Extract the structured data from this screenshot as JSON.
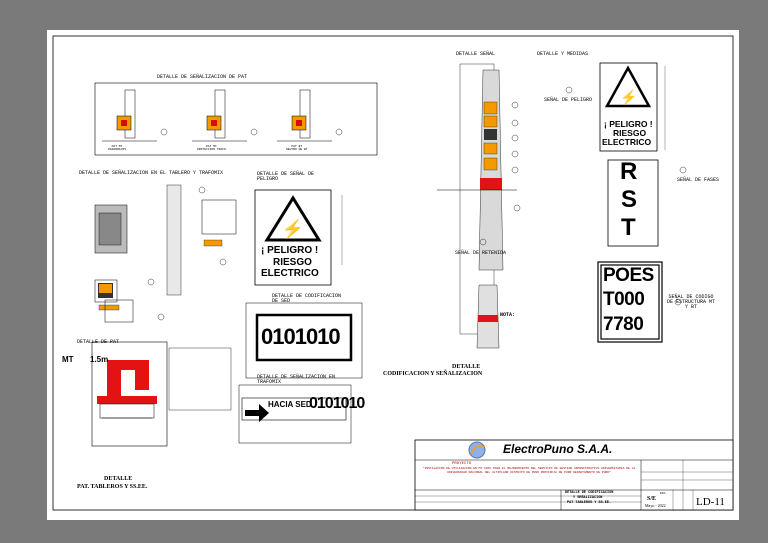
{
  "panels": {
    "pat_title": "DETALLE DE SEÑALIZACION DE PAT",
    "pat_items": [
      {
        "label": "PAT MT\nPARARRAYOS",
        "num": "3"
      },
      {
        "label": "PAT MT\nPROTECCION TRAFO",
        "num": "4"
      },
      {
        "label": "PAT BT\nNEUTRO DE BT",
        "num": "5"
      }
    ],
    "tablero_title": "DETALLE DE SEÑALIZACION EN EL TABLERO Y TRAFOMIX",
    "peligro_title": "DETALLE DE SEÑAL DE PELIGRO",
    "peligro_text": [
      "¡ PELIGRO !",
      "RIESGO",
      "ELECTRICO"
    ],
    "codificacion_title": "DETALLE DE CODIFICACION DE SED",
    "codificacion_code": "0101010",
    "trafomix_title": "DETALLE DE SEÑALIZACION EN TRAFOMIX",
    "trafomix_text": "HACIA SED",
    "trafomix_code": "0101010",
    "tablero_detail_title": "DETALLE DE PAT",
    "tablero_mt": "MT",
    "tablero_dist": "1.5m",
    "tablero_caption": [
      "DETALLE",
      "PAT. TABLEROS Y SS.EE."
    ],
    "poste_title": "DETALLE SEÑAL",
    "medidas_title": "DETALLE Y MEDIDAS",
    "señal_peligro_label": "SEÑAL DE PELIGRO",
    "señal_fases_label": "SEÑAL DE FASES",
    "fases": [
      "R",
      "S",
      "T"
    ],
    "codigo_label": "SEÑAL DE CODIGO DE ESTRUCTURA MT Y BT",
    "codigo_lines": [
      "POES",
      "T000",
      "7780"
    ],
    "retenida_title": "SEÑAL DE RETENIDA",
    "notas_title": "NOTA:",
    "codificacion_caption": [
      "DETALLE",
      "CODIFICACION Y SEÑALIZACION"
    ]
  },
  "titleblock": {
    "company": "ElectroPuno S.A.A.",
    "project_label": "PROYECTO",
    "project_text": "\"INSTALACION DE UTILIZACION EN MT 10KV PARA EL MEJORAMIENTO DEL SERVICIO DE GESTION ADMINISTRATIVA UNIVERSITARIA DE LA UNIVERSIDAD NACIONAL DEL ALTIPLANO DISTRITO DE PUNO PROVINCIA DE PUNO DEPARTAMENTO DE PUNO\"",
    "drawing_title": [
      "DETALLE DE CODIFICACION",
      "Y SEÑALIZACION",
      "PAT TABLEROS Y SS.EE."
    ],
    "scale_label": "ESC.",
    "scale": "S/E",
    "date": "Mayo - 2022",
    "sheet": "LD-11"
  }
}
